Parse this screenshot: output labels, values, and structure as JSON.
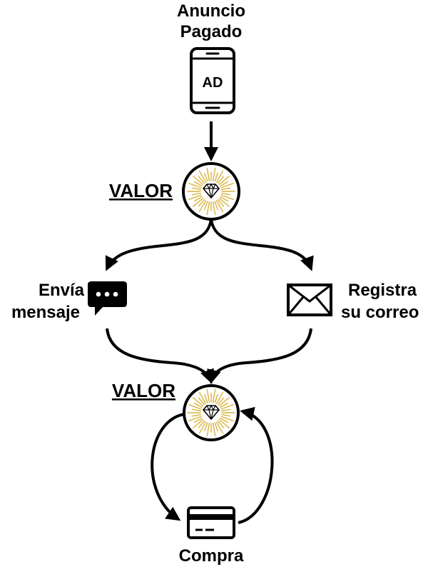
{
  "nodes": {
    "ad": {
      "line1": "Anuncio",
      "line2": "Pagado",
      "screen_text": "AD",
      "icon": "phone-ad-icon"
    },
    "value_top": {
      "label": "VALOR",
      "icon": "diamond-icon"
    },
    "message": {
      "line1": "Envía",
      "line2": "mensaje",
      "icon": "chat-bubble-icon"
    },
    "email": {
      "line1": "Registra",
      "line2": "su correo",
      "icon": "envelope-icon"
    },
    "value_bottom": {
      "label": "VALOR",
      "icon": "diamond-icon"
    },
    "purchase": {
      "label": "Compra",
      "icon": "credit-card-icon"
    }
  },
  "colors": {
    "ink": "#000000",
    "ray": "#d9b23c",
    "background": "#ffffff"
  }
}
